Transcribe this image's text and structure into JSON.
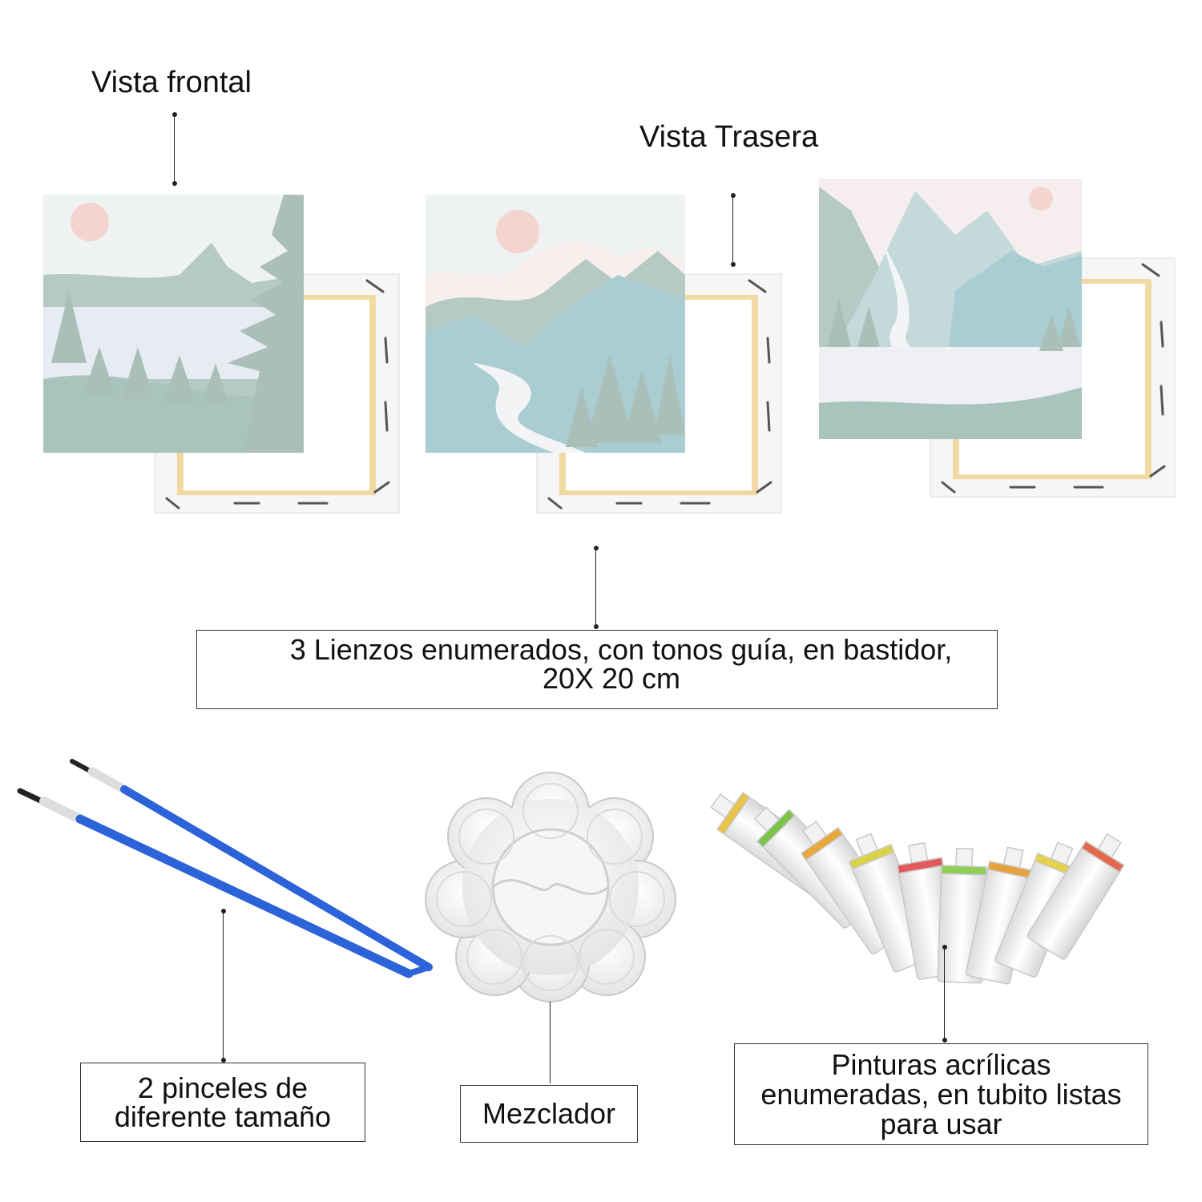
{
  "labels": {
    "front_view": "Vista frontal",
    "back_view": "Vista Trasera",
    "canvases": "3 Lienzos enumerados, con tonos guía, en bastidor,",
    "canvases_size": "20X 20 cm",
    "brushes_line1": "2 pinceles de",
    "brushes_line2": "diferente tamaño",
    "mixer": "Mezclador",
    "paints_line1": "Pinturas acrílicas",
    "paints_line2": "enumeradas, en tubito listas",
    "paints_line3": "para usar"
  },
  "colors": {
    "sage": "#a9bfb8",
    "mist_blue": "#a9cdd3",
    "sun_pink": "#f4d4cf",
    "sky": "#eef2f2",
    "wood": "#f0d9a2",
    "brush_blue": "#2d63d8"
  },
  "icons": [
    "canvas-front-icon",
    "canvas-back-icon",
    "paint-brush-icon",
    "palette-icon",
    "paint-tube-icon"
  ]
}
